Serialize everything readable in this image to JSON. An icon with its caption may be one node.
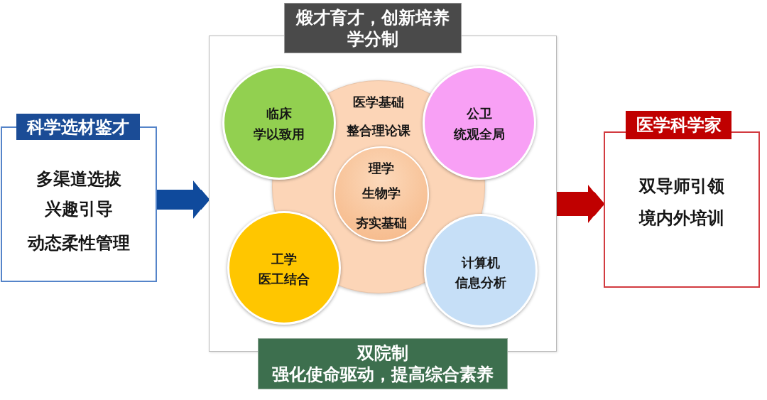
{
  "diagram": {
    "nodes": [
      {
        "text": [
          "科学选材鉴才",
          "多渠道选拔",
          "兴趣引导",
          "动态柔性管理"
        ]
      },
      {
        "text": [
          "煅才育才，创新培养",
          "学分制",
          "双院制",
          "强化使命驱动，提高综合素养"
        ]
      },
      {
        "text": [
          "临床",
          "学以致用"
        ],
        "in": 1
      },
      {
        "text": [
          "医学基础",
          "整合理论课"
        ],
        "in": 1
      },
      {
        "text": [
          "理学",
          "生物学",
          "夯实基础"
        ],
        "in": 3
      },
      {
        "text": [
          "公卫",
          "统观全局"
        ],
        "in": 1
      },
      {
        "text": [
          "工学",
          "医工结合"
        ],
        "in": 1
      },
      {
        "text": [
          "计算机",
          "信息分析"
        ],
        "in": 1
      },
      {
        "text": [
          "医学科学家",
          "双导师引领",
          "境内外培训"
        ]
      }
    ],
    "edges": [
      {
        "from": 0,
        "to": 1,
        "arrow": "to",
        "color": "#0f4a9c"
      },
      {
        "from": 1,
        "to": 8,
        "arrow": "to",
        "color": "#c00000"
      }
    ]
  }
}
